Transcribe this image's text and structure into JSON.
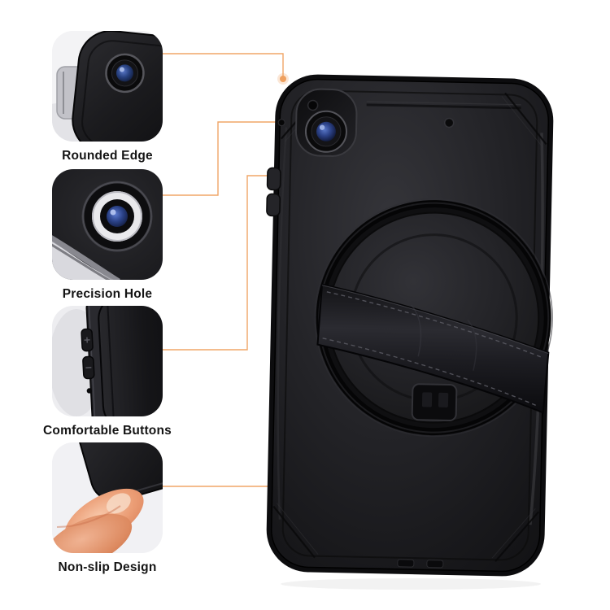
{
  "features": [
    {
      "label": "Rounded Edge",
      "photo": "case-corner-closeup"
    },
    {
      "label": "Precision Hole",
      "photo": "camera-lens-closeup"
    },
    {
      "label": "Comfortable Buttons",
      "photo": "side-buttons-closeup"
    },
    {
      "label": "Non-slip Design",
      "photo": "finger-grip-closeup"
    }
  ],
  "product": {
    "image": "black-rugged-tablet-case-back-with-rotating-hand-strap-and-kickstand"
  },
  "colors": {
    "connector": "#EFA05F",
    "background": "#FFFFFF",
    "label_text": "#141414",
    "case_black": "#1B1B1E",
    "lens_blue": "#32509E"
  }
}
